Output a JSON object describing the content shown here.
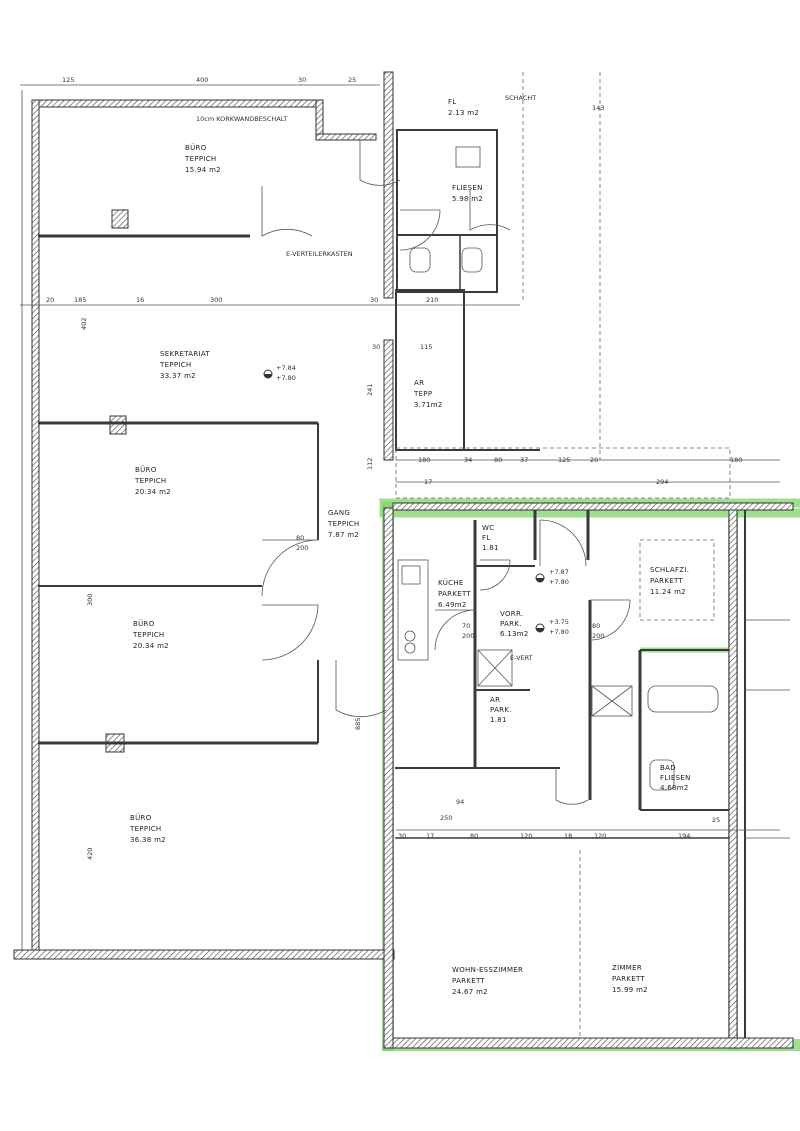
{
  "rooms": [
    {
      "id": "buero1",
      "name": "BÜRO",
      "floor": "TEPPICH",
      "area": "15.94 m2"
    },
    {
      "id": "sekretariat",
      "name": "SEKRETARIAT",
      "floor": "TEPPICH",
      "area": "33.37 m2"
    },
    {
      "id": "buero2",
      "name": "BÜRO",
      "floor": "TEPPICH",
      "area": "20.34 m2"
    },
    {
      "id": "buero3",
      "name": "BÜRO",
      "floor": "TEPPICH",
      "area": "20.34 m2"
    },
    {
      "id": "buero4",
      "name": "BÜRO",
      "floor": "TEPPICH",
      "area": "36.38 m2"
    },
    {
      "id": "gang",
      "name": "GANG",
      "floor": "TEPPICH",
      "area": "7.87 m2"
    },
    {
      "id": "fliesen",
      "name": "",
      "floor": "FLIESEN",
      "area": "5.98 m2"
    },
    {
      "id": "ar1",
      "name": "AR",
      "floor": "TEPP",
      "area": "3.71m2"
    },
    {
      "id": "fl",
      "name": "FL",
      "floor": "",
      "area": "2.13 m2"
    },
    {
      "id": "wc",
      "name": "WC",
      "floor": "FL",
      "area": "1.81"
    },
    {
      "id": "kueche",
      "name": "KÜCHE",
      "floor": "PARKETT",
      "area": "6.49m2"
    },
    {
      "id": "vorr",
      "name": "VORR.",
      "floor": "PARK.",
      "area": "6.13m2"
    },
    {
      "id": "ar2",
      "name": "AR",
      "floor": "PARK.",
      "area": "1.81"
    },
    {
      "id": "bad",
      "name": "BAD",
      "floor": "FLIESEN",
      "area": "4.68m2"
    },
    {
      "id": "schlafzi",
      "name": "SCHLAFZI.",
      "floor": "PARKETT",
      "area": "11.24 m2"
    },
    {
      "id": "wohn",
      "name": "WOHN-ESSZIMMER",
      "floor": "PARKETT",
      "area": "24.67 m2"
    },
    {
      "id": "zimmer",
      "name": "ZIMMER",
      "floor": "PARKETT",
      "area": "15.99 m2"
    }
  ],
  "levels": [
    {
      "id": "lv1",
      "top": "+7.84",
      "bottom": "+7.80"
    },
    {
      "id": "lv2",
      "top": "+7.87",
      "bottom": "+7.80"
    },
    {
      "id": "lv3",
      "top": "+3.75",
      "bottom": "+7.80"
    }
  ],
  "dimensions": {
    "top_row": [
      "125",
      "400",
      "30",
      "25",
      "143"
    ],
    "row_300": [
      "20",
      "185",
      "16",
      "300",
      "30",
      "210"
    ],
    "row_mid": [
      "180",
      "34",
      "80",
      "37",
      "125",
      "20",
      "180"
    ],
    "row_apt": [
      "17",
      "294"
    ],
    "row_low": [
      "30",
      "17",
      "80",
      "120",
      "18",
      "120",
      "194",
      "25"
    ],
    "left_col": [
      "402",
      "300",
      "420",
      "885"
    ],
    "door_marks": [
      "80",
      "200",
      "70",
      "200",
      "80",
      "200"
    ],
    "misc": [
      "115",
      "30",
      "241",
      "112",
      "250",
      "94"
    ]
  },
  "notes": {
    "wall_note": "10cm KORKWANDBESCHALT",
    "distribution": "E-VERTEILERKASTEN",
    "shaft1": "SCHACHT",
    "shaft2": "E-VERT"
  },
  "highlight_color": "#7fd36a"
}
